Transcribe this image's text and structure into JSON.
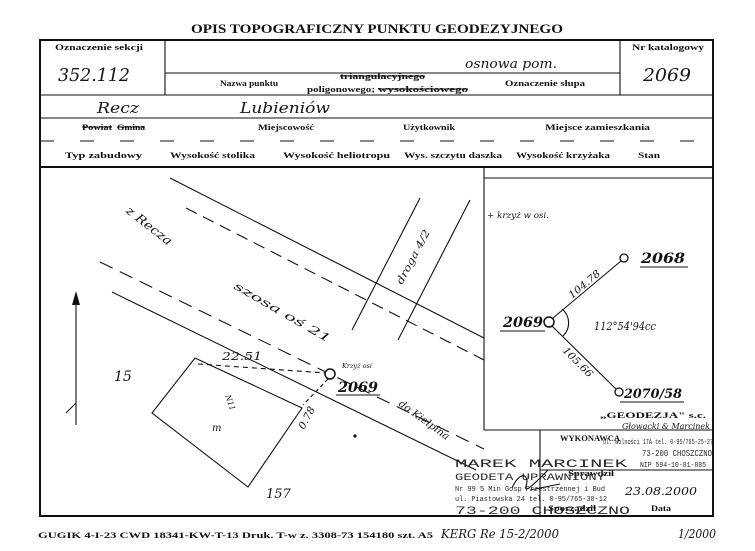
{
  "title": "OPIS TOPOGRAFICZNY PUNKTU GEODEZYJNEGO",
  "header": {
    "section_label": "Oznaczenie sekcji",
    "section_value": "352.112",
    "point_name_value": "osnowa pom.",
    "point_name_label": "Nazwa punktu",
    "type_triangulation": "triangulacyjnego",
    "type_polygon": "poligonowego;",
    "type_height": "wysokościowego",
    "pillar_label": "Oznaczenie słupa",
    "catalog_label": "Nr katalogowy",
    "catalog_value": "2069"
  },
  "location": {
    "commune_value": "Recz",
    "locality_value": "Lubieniów",
    "county_label": "Powiat",
    "commune_label": "Gmina",
    "locality_label": "Miejscowość",
    "user_label": "Użytkownik",
    "residence_label": "Miejsce zamieszkania"
  },
  "construction": {
    "labels": [
      "Typ zabudowy",
      "Wysokość stolika",
      "Wysokość heliotropu",
      "Wys. szczytu daszka",
      "Wysokość krzyżaka",
      "Stan"
    ]
  },
  "sketch": {
    "from_town": "z Recza",
    "road_axis": "szosa oś 21",
    "side_road": "droga 4/2",
    "to_town": "do Kiełpina",
    "cross_note": "Krzyż osi",
    "point_label": "2069",
    "distance_a": "22.51",
    "distance_b": "0.78",
    "parcel_left": "15",
    "parcel_bottom": "157",
    "building_label": "N11",
    "building_mark": "m"
  },
  "diagram": {
    "note": "+ krzyż w osi.",
    "point_main": "2069",
    "point_north": "2068",
    "point_south": "2070/58",
    "distance_north": "104.78",
    "distance_south": "105.66",
    "angle": "112°54'94cc"
  },
  "stamps": {
    "contractor_label": "WYKONAWCA",
    "company_name": "„GEODEZJA\" s.c.",
    "company_owners": "Głowacki & Marcinek",
    "company_address": "ul. Wolności 17A tel. 0-95/765-25-27",
    "company_city": "73-200 CHOSZCZNO",
    "company_nip": "NIP 594-10-81-885",
    "surveyor_name": "MAREK MARCINEK",
    "surveyor_title": "GEODETA UPRAWNIONY",
    "surveyor_license": "Nr 99 5 Min Gosp Przestrzennej i Bud",
    "surveyor_address": "ul. Piastowska 24 tel. 0-95/765-30-12",
    "surveyor_city": "73-200 CHOSZCZNO",
    "checked_label": "Sprawdził",
    "prepared_label": "Sporządził",
    "date_value": "23.08.2000",
    "date_label": "Data"
  },
  "footer": {
    "print_info": "GUGIK 4-I-23 CWD 18341-KW-T-13 Druk. T-w z. 3308-73 154180 szt. A5",
    "registry_no": "KERG Re 15-2/2000",
    "sheet_no": "1/2000"
  }
}
